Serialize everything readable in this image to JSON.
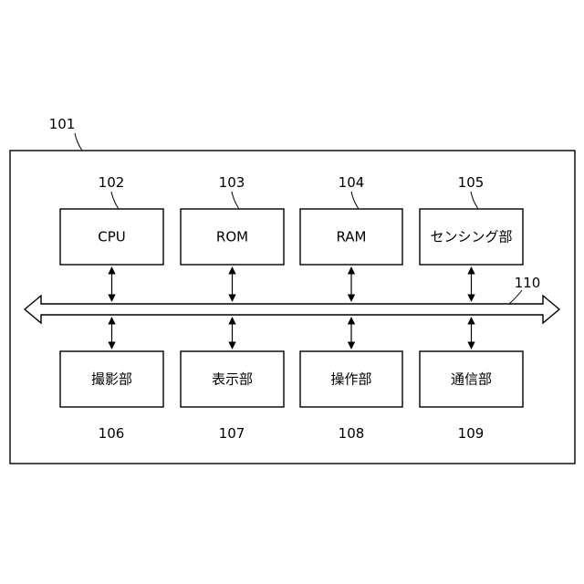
{
  "device": {
    "ref": "101"
  },
  "bus": {
    "ref": "110"
  },
  "top_blocks": [
    {
      "ref": "102",
      "label": "CPU"
    },
    {
      "ref": "103",
      "label": "ROM"
    },
    {
      "ref": "104",
      "label": "RAM"
    },
    {
      "ref": "105",
      "label": "センシング部"
    }
  ],
  "bottom_blocks": [
    {
      "ref": "106",
      "label": "撮影部"
    },
    {
      "ref": "107",
      "label": "表示部"
    },
    {
      "ref": "108",
      "label": "操作部"
    },
    {
      "ref": "109",
      "label": "通信部"
    }
  ],
  "colors": {
    "stroke": "#000000",
    "background": "#ffffff"
  }
}
